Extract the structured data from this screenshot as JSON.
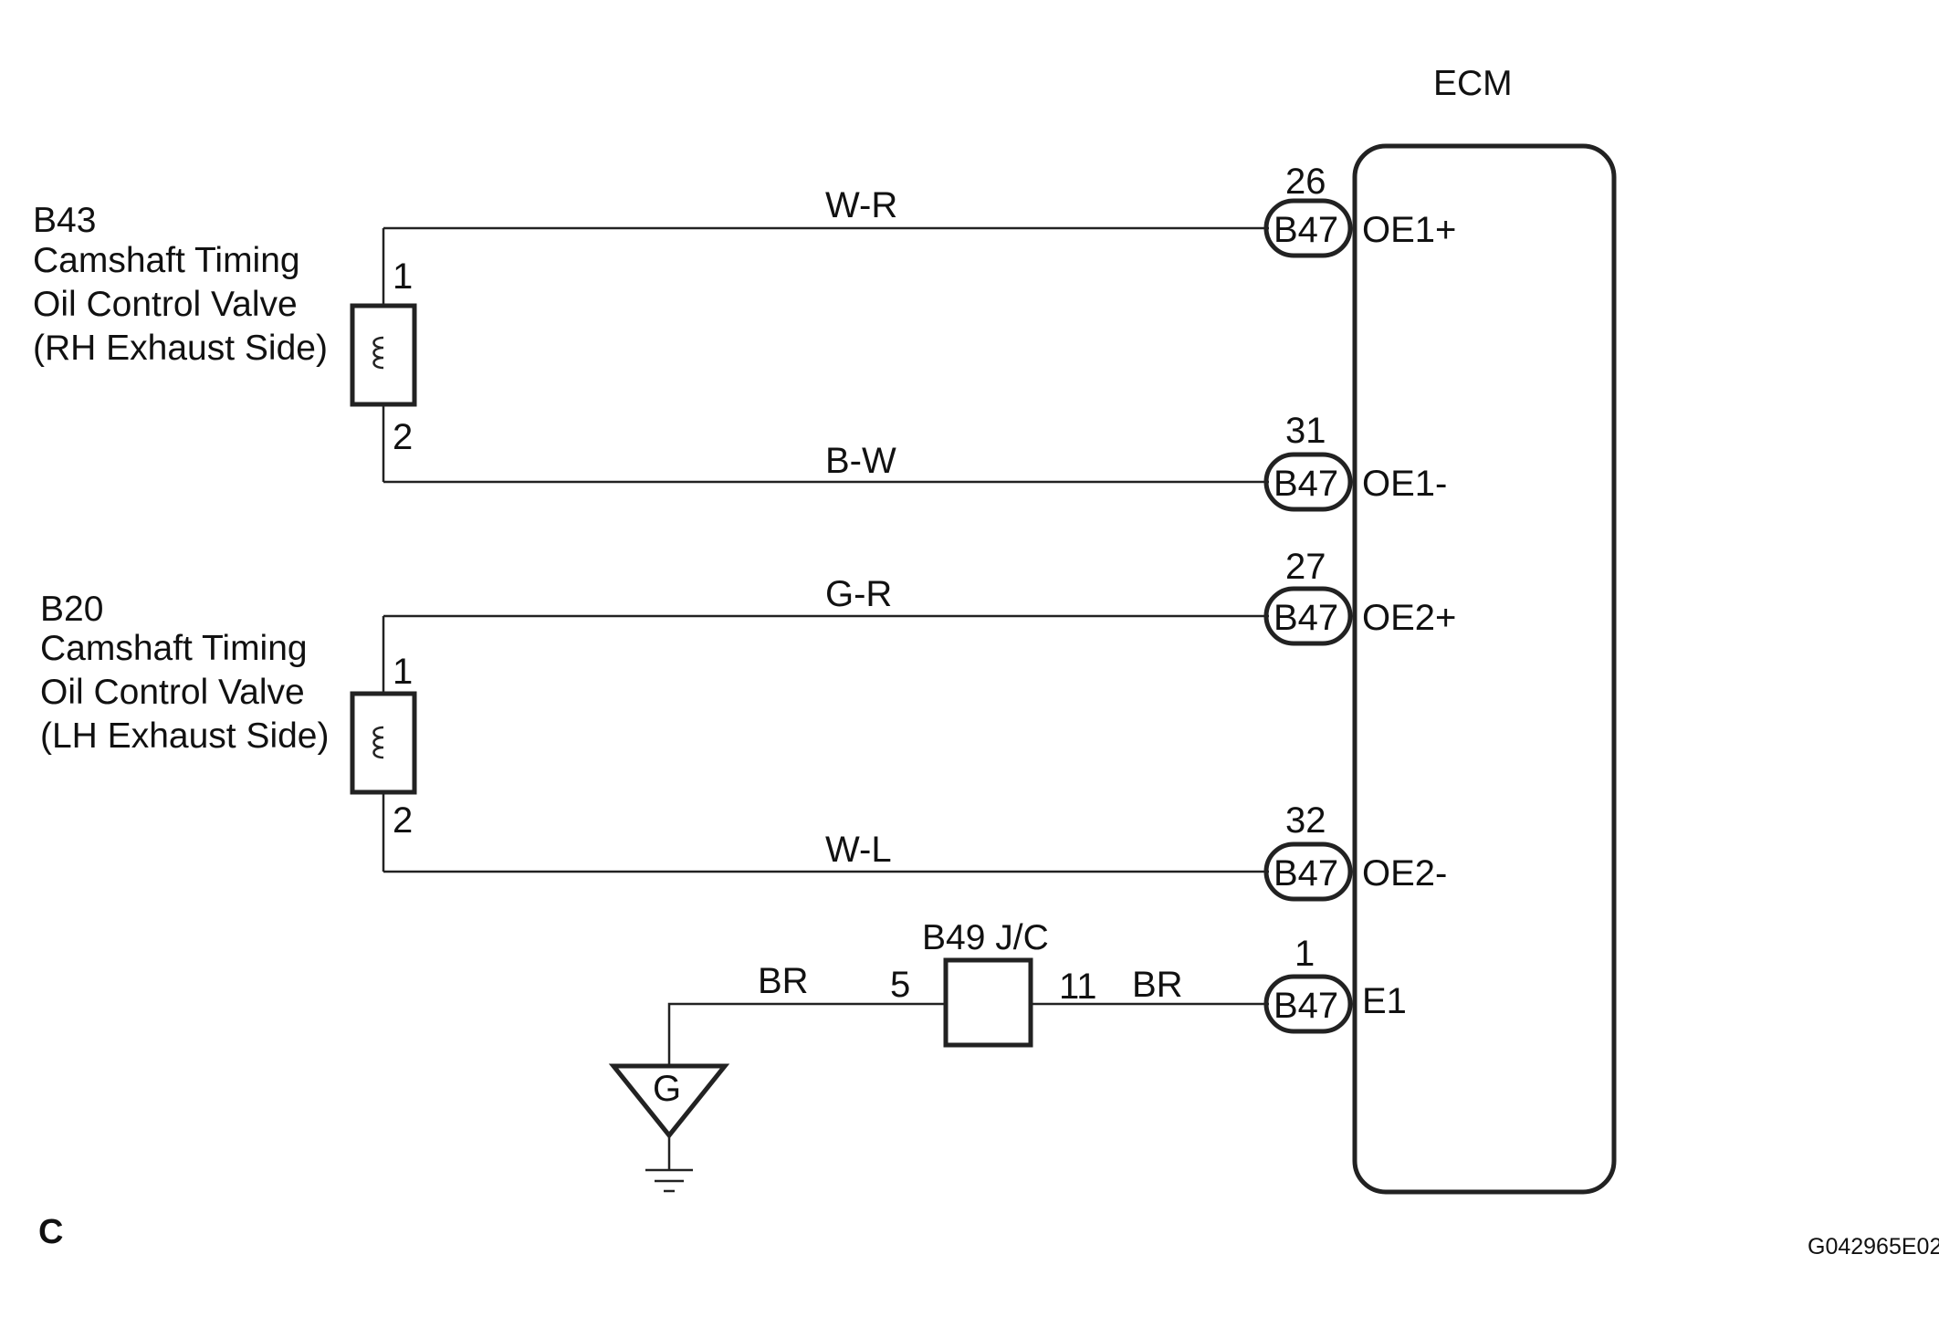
{
  "ecm": {
    "label": "ECM"
  },
  "valves": [
    {
      "code": "B43",
      "name_line1": "Camshaft Timing",
      "name_line2": "Oil Control Valve",
      "name_line3": "(RH Exhaust Side)",
      "pin_top": "1",
      "pin_bottom": "2"
    },
    {
      "code": "B20",
      "name_line1": "Camshaft Timing",
      "name_line2": "Oil Control Valve",
      "name_line3": "(LH Exhaust Side)",
      "pin_top": "1",
      "pin_bottom": "2"
    }
  ],
  "circuits": [
    {
      "wire": "W-R",
      "pin": "26",
      "connector": "B47",
      "signal": "OE1+"
    },
    {
      "wire": "B-W",
      "pin": "31",
      "connector": "B47",
      "signal": "OE1-"
    },
    {
      "wire": "G-R",
      "pin": "27",
      "connector": "B47",
      "signal": "OE2+"
    },
    {
      "wire": "W-L",
      "pin": "32",
      "connector": "B47",
      "signal": "OE2-"
    },
    {
      "wire": "BR",
      "pin": "1",
      "connector": "B47",
      "signal": "E1"
    }
  ],
  "junction": {
    "label": "B49 J/C",
    "pin_left": "5",
    "pin_right": "11",
    "wire_left": "BR"
  },
  "ground": {
    "label": "G"
  },
  "footer": {
    "corner": "C",
    "figure_id": "G042965E02"
  }
}
